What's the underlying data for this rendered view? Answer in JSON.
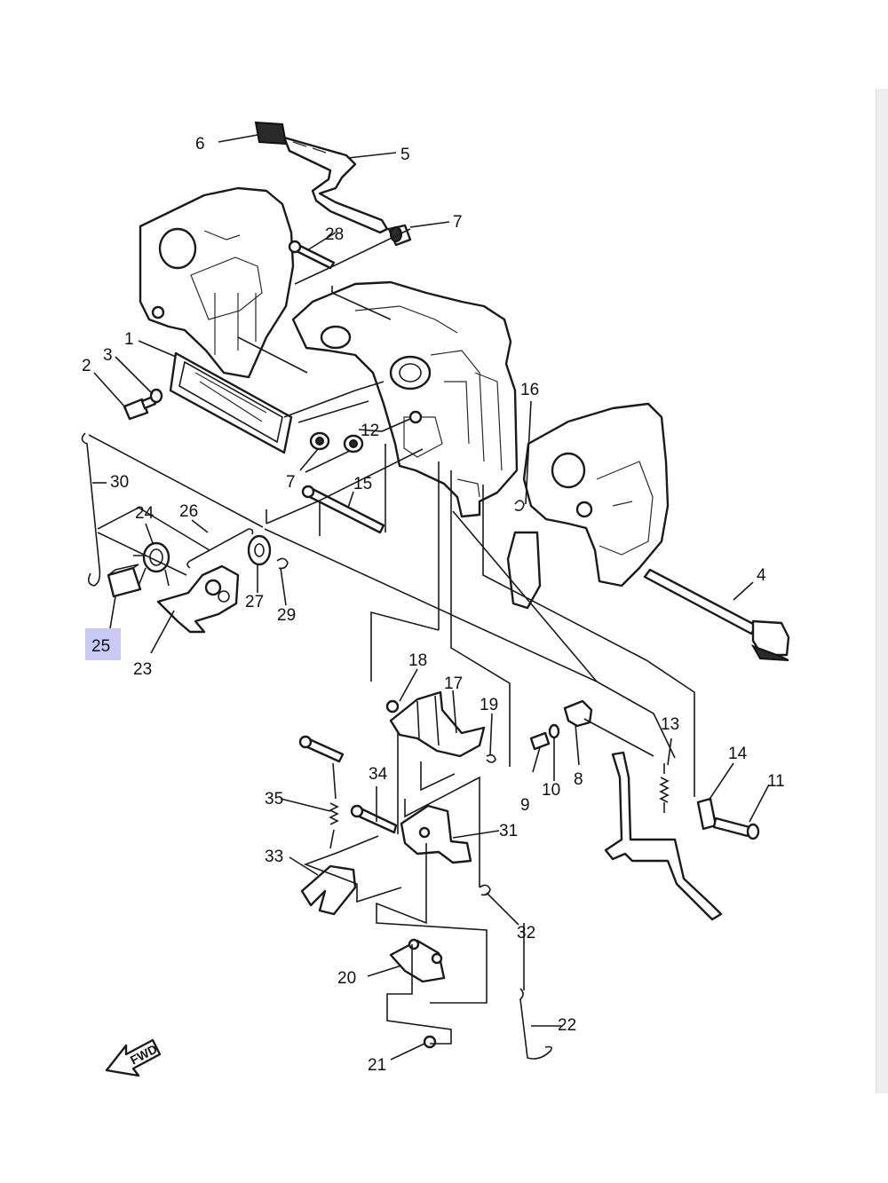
{
  "labels": {
    "p1": "1",
    "p2": "2",
    "p3": "3",
    "p4": "4",
    "p5": "5",
    "p6": "6",
    "p7a": "7",
    "p7b": "7",
    "p8": "8",
    "p9": "9",
    "p10": "10",
    "p11": "11",
    "p12": "12",
    "p13": "13",
    "p14": "14",
    "p15": "15",
    "p16": "16",
    "p17": "17",
    "p18": "18",
    "p19": "19",
    "p20": "20",
    "p21": "21",
    "p22": "22",
    "p23": "23",
    "p24": "24",
    "p25": "25",
    "p26": "26",
    "p27": "27",
    "p28": "28",
    "p29": "29",
    "p30": "30",
    "p31": "31",
    "p32": "32",
    "p33": "33",
    "p34": "34",
    "p35": "35"
  },
  "highlighted_part": "25",
  "highlight_color": "#c9c9f3",
  "direction_arrow": "FWD"
}
